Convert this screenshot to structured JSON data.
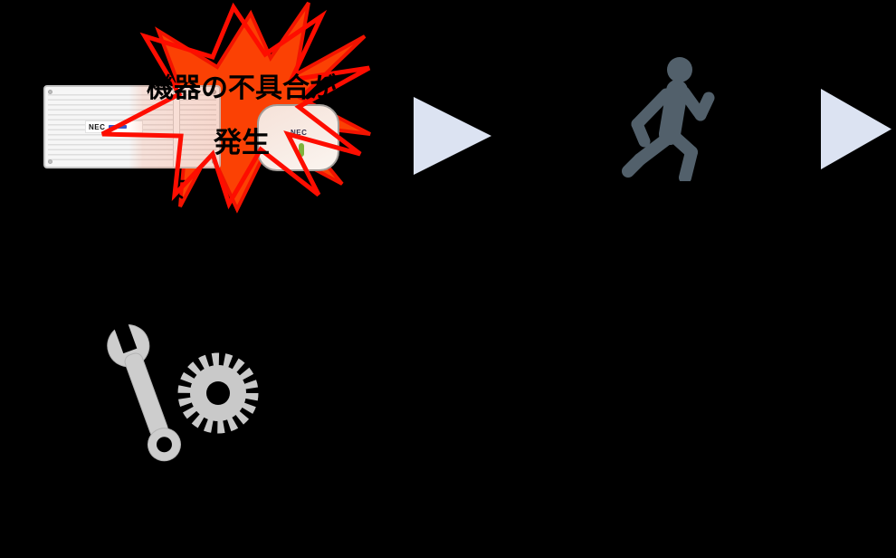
{
  "canvas": {
    "background_color": "#000000"
  },
  "burst": {
    "text_line1": "機器の不具合が",
    "text_line2": "発生",
    "text_color": "#000000",
    "fill_color": "#FB4104",
    "outline_color": "#FE0D00"
  },
  "devices": {
    "rack_unit": {
      "brand": "NEC"
    },
    "router": {
      "brand": "NEC",
      "led_color": "#7FB33C"
    }
  },
  "arrows": {
    "color": "#DCE3F2"
  },
  "person_icon": {
    "color": "#52606B"
  },
  "tools_icon": {
    "color": "#C9C9C9"
  }
}
